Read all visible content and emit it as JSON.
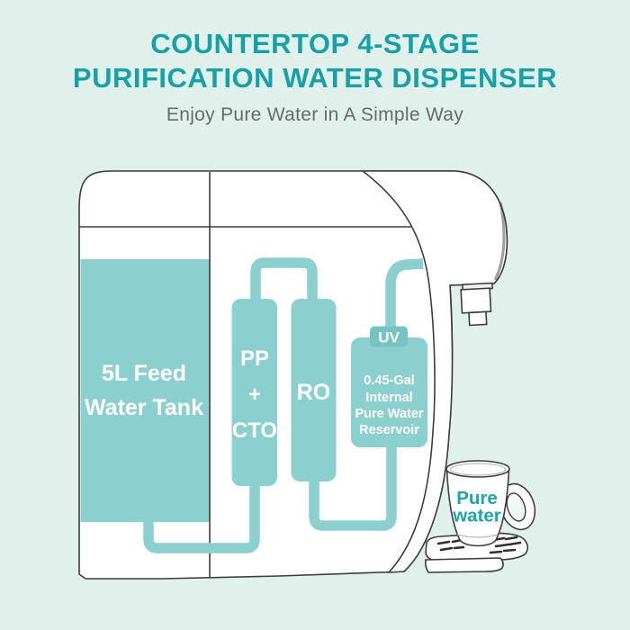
{
  "theme": {
    "bg": "#e0f1ec",
    "teal": "#8bcfce",
    "teal-dark": "#77c3c4",
    "ink": "#3d3d3d",
    "title": "#18a0a7",
    "subtitle": "#6a6a6a",
    "cup-text": "#1ea4a9",
    "white": "#ffffff"
  },
  "header": {
    "title_line1": "COUNTERTOP 4-STAGE",
    "title_line2": "PURIFICATION WATER DISPENSER",
    "subtitle": "Enjoy Pure Water in A Simple Way"
  },
  "diagram": {
    "feed_tank": {
      "line1": "5L Feed",
      "line2": "Water Tank"
    },
    "pp_cto_filter": {
      "line1": "PP",
      "line2": "+",
      "line3": "CTO"
    },
    "ro_filter": {
      "label": "RO"
    },
    "uv_lamp": {
      "label": "UV"
    },
    "reservoir": {
      "line1": "0.45-Gal",
      "line2": "Internal",
      "line3": "Pure Water",
      "line4": "Reservoir"
    },
    "cup": {
      "line1": "Pure",
      "line2": "water"
    }
  }
}
